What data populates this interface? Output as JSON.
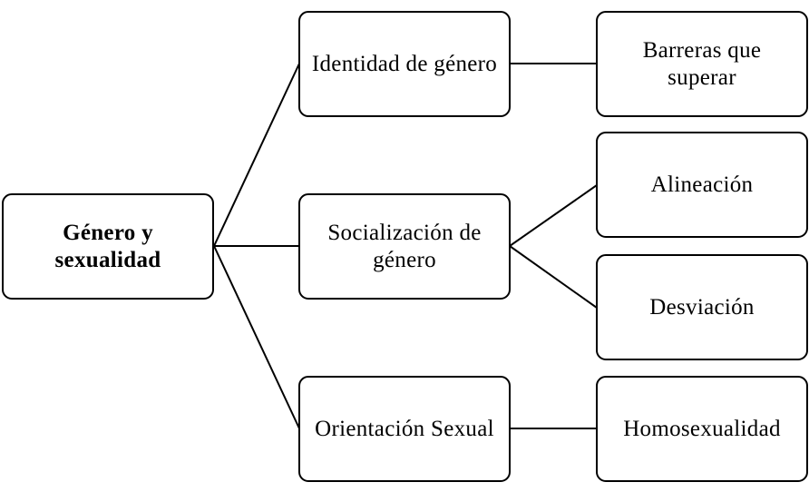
{
  "root": {
    "label": "Género y sexualidad"
  },
  "level1": [
    {
      "label": "Identidad de género"
    },
    {
      "label": "Socialización de género"
    },
    {
      "label": "Orientación Sexual"
    }
  ],
  "level2": [
    {
      "label": "Barreras que superar"
    },
    {
      "label": "Alineación"
    },
    {
      "label": "Desviación"
    },
    {
      "label": "Homosexualidad"
    }
  ],
  "style": {
    "stroke": "#000000",
    "fill": "#ffffff",
    "text": "#000000"
  }
}
